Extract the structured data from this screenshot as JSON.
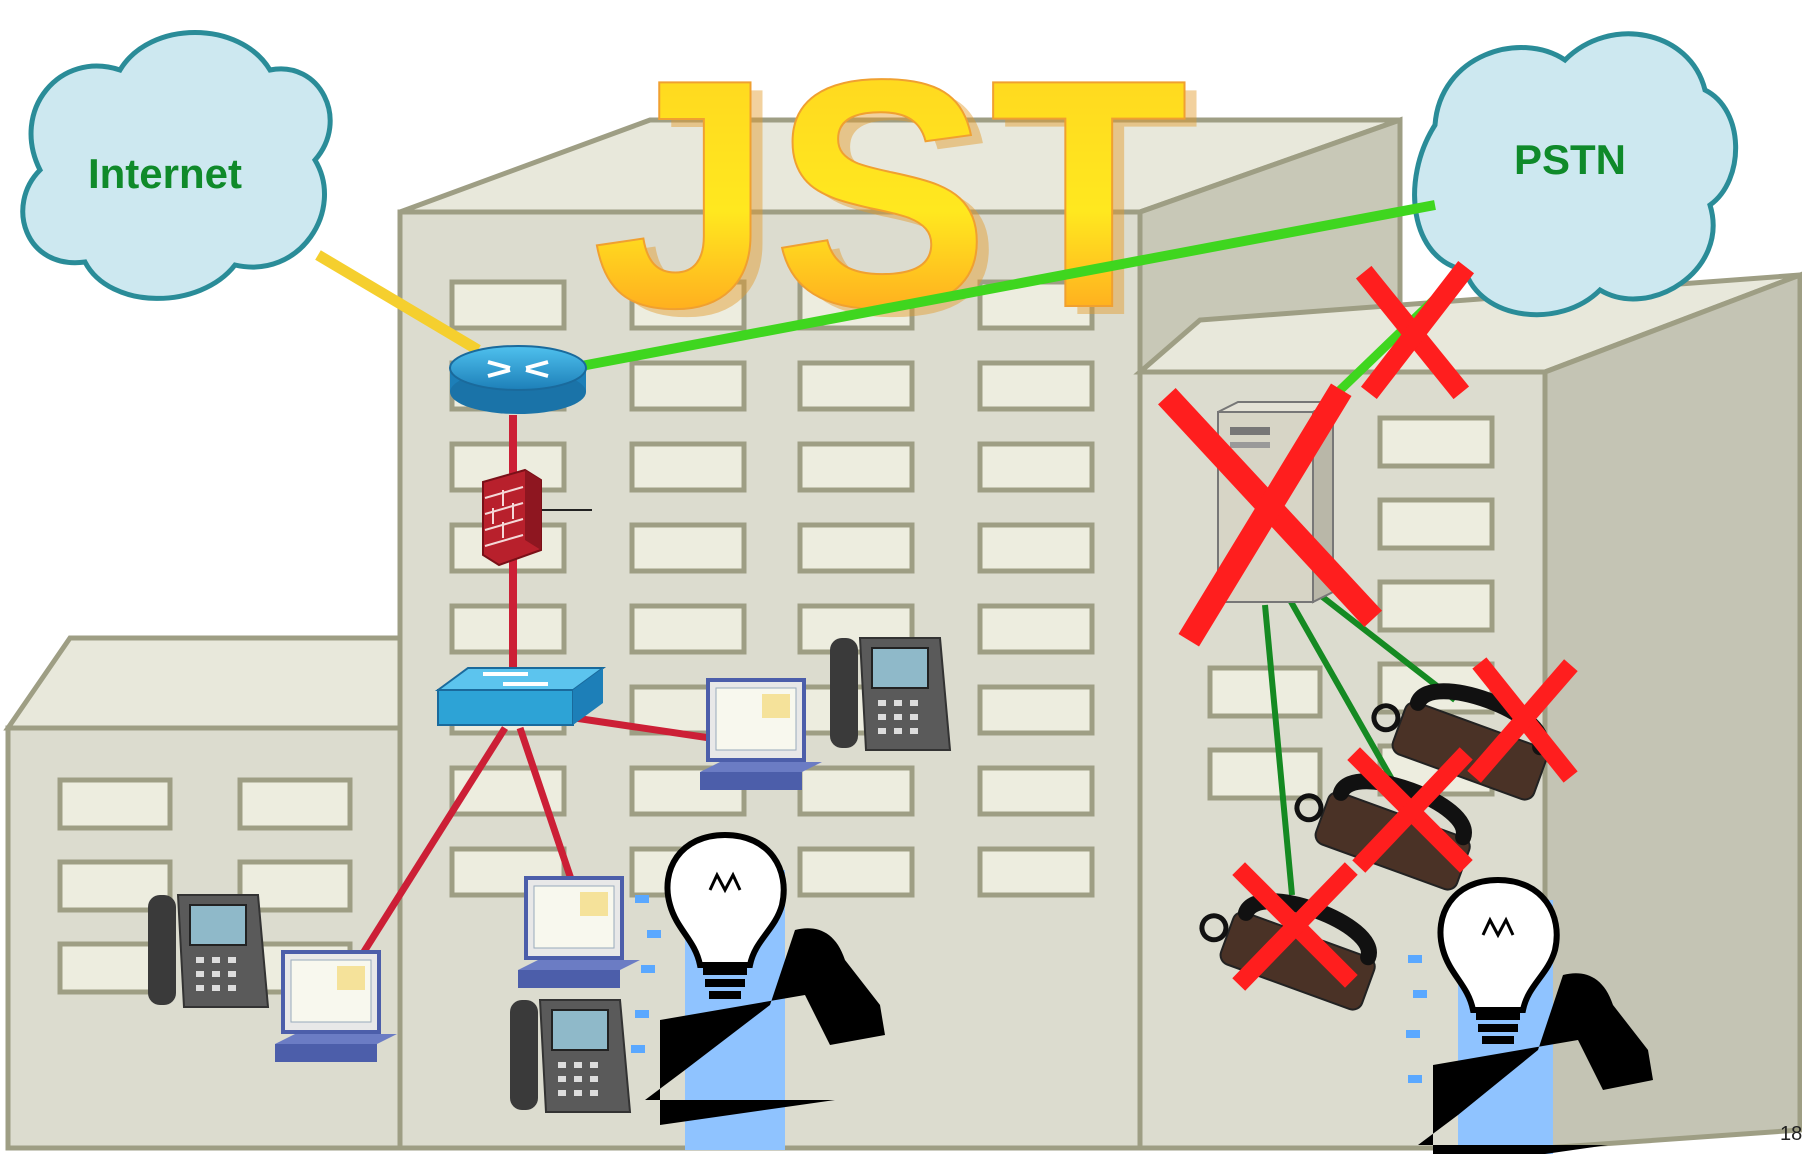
{
  "clouds": {
    "internet": {
      "label": "Internet"
    },
    "pstn": {
      "label": "PSTN"
    }
  },
  "title_logo": {
    "text": "JST"
  },
  "page_number": "18",
  "colors": {
    "sky": "#cde8f0",
    "sky_stroke": "#2a8c98",
    "building": "#dcdccf",
    "building_side": "#c4c4b4",
    "building_stroke": "#9e9e84",
    "window": "#ededdf",
    "label": "#0f8a2a",
    "wan_link": "#f5cf2e",
    "pstn_link": "#3fd61f",
    "lan_link": "#cc1f36",
    "phone_link": "#158a22",
    "fail_cross": "#ff1e1e",
    "device_blue": "#2da3d6",
    "firewall": "#b8202c",
    "logo_top": "#ffd21f",
    "logo_bottom": "#ff8a1f"
  },
  "icons": {
    "router": "router-icon",
    "firewall": "firewall-icon",
    "switch": "switch-icon",
    "pbx": "pbx-server-icon",
    "ip_phone": "ip-phone-icon",
    "workstation": "workstation-icon",
    "analog_phone": "analog-phone-icon",
    "idea_person": "idea-person-icon",
    "failure": "red-x-icon"
  }
}
